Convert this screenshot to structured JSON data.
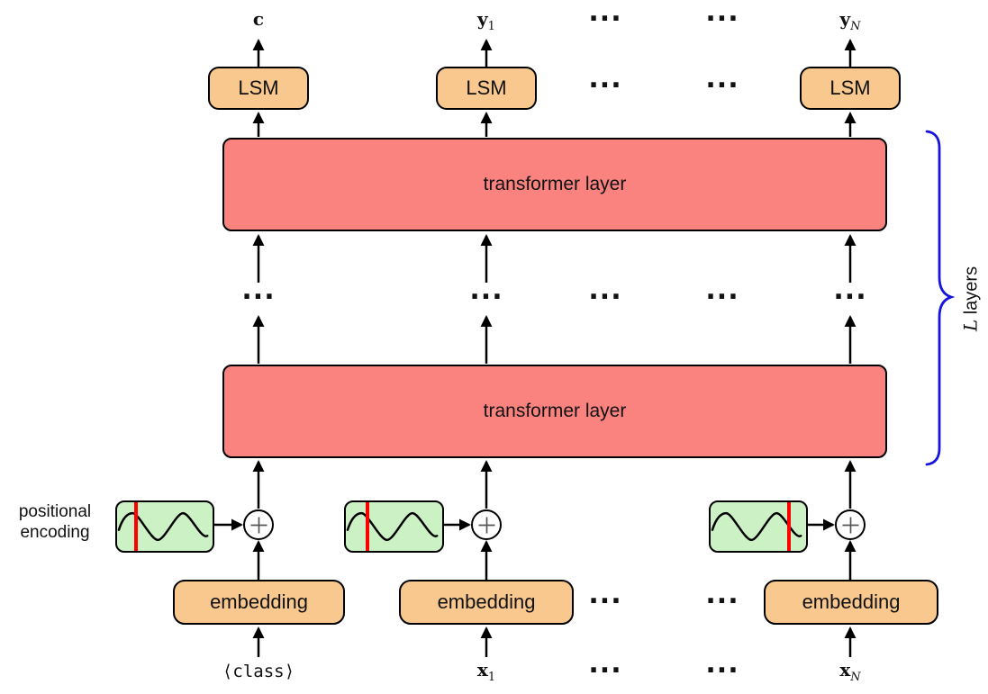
{
  "colors": {
    "box_orange": "#F9C88E",
    "box_red": "#FA8380",
    "box_green": "#CCF1C5",
    "marker_red": "#FF0000",
    "brace_blue": "#1515DD"
  },
  "outputs": {
    "c": {
      "base": "c",
      "sub": ""
    },
    "y1": {
      "base": "y",
      "sub": "1"
    },
    "yN": {
      "base": "y",
      "sub": "N"
    }
  },
  "inputs": {
    "class_token": "⟨class⟩",
    "x1": {
      "base": "x",
      "sub": "1"
    },
    "xN": {
      "base": "x",
      "sub": "N"
    }
  },
  "boxes": {
    "lsm": "LSM",
    "transformer": "transformer layer",
    "embedding": "embedding"
  },
  "side": {
    "positional_line1": "positional",
    "positional_line2": "encoding",
    "layers_math": "L",
    "layers_word": " layers"
  },
  "dots": "···",
  "icons": {
    "plus": "plus-icon",
    "wave": "sine-wave-icon",
    "marker": "position-marker-icon",
    "brace": "curly-brace-icon"
  }
}
